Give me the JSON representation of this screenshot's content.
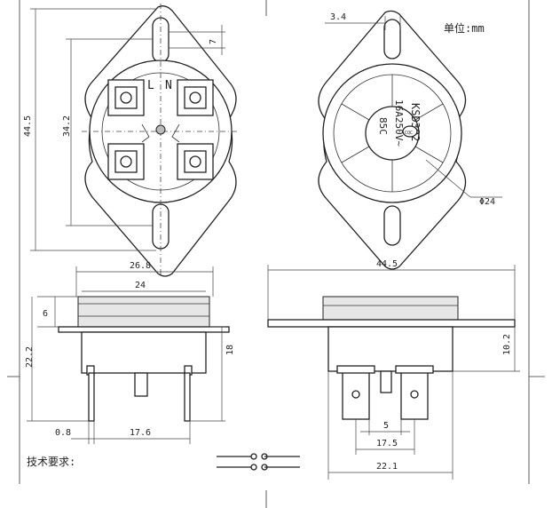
{
  "unit_label": "单位:mm",
  "tech_requirements_label": "技术要求:",
  "product_marking": {
    "model": "KSD302",
    "rating": "16A250V~",
    "temperature": "85C",
    "cqc_mark": "CQC"
  },
  "terminal_labels": {
    "left": "L",
    "right": "N"
  },
  "dimensions": {
    "top_hole_offset": "7",
    "overall_height": "44.5",
    "terminal_span": "34.2",
    "flange_thickness": "3.4",
    "cap_diameter": "Φ24",
    "body_width_outer": "26.8",
    "body_width_inner": "24",
    "cap_height": "6",
    "total_height_side": "22.2",
    "body_height_side": "18",
    "terminal_thickness": "0.8",
    "terminal_pitch_side": "17.6",
    "flange_width": "44.5",
    "front_height": "10.2",
    "terminal_width": "5",
    "terminal_pitch_front": "17.5",
    "body_width_front": "22.1"
  }
}
